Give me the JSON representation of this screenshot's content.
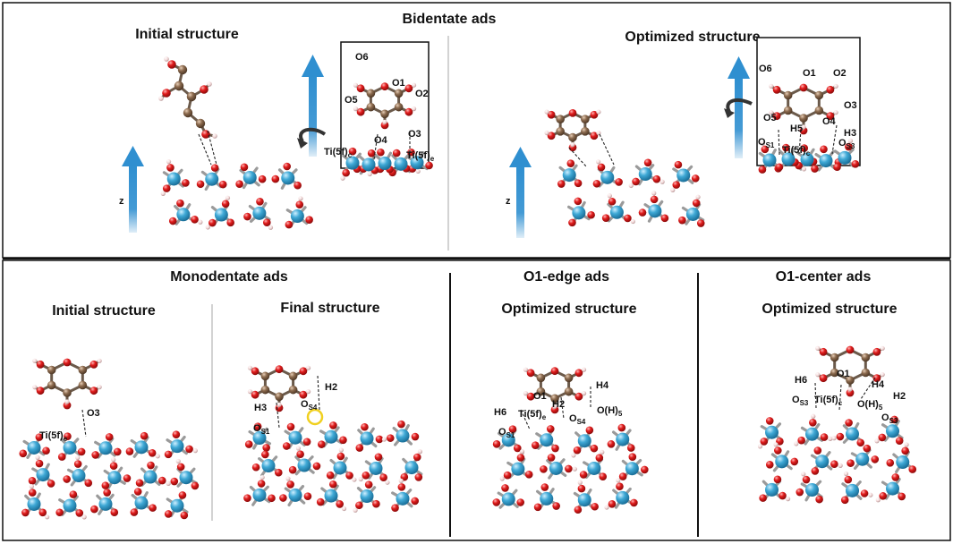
{
  "top": {
    "title": "Bidentate ads",
    "left_caption": "Initial structure",
    "right_caption": "Optimized structure",
    "axis_label": "z"
  },
  "bottom": {
    "mono_title": "Monodentate ads",
    "mono_initial": "Initial structure",
    "mono_final": "Final structure",
    "edge_title": "O1-edge ads",
    "edge_caption": "Optimized structure",
    "center_title": "O1-center ads",
    "center_caption": "Optimized structure"
  },
  "insets": {
    "initial": {
      "O6": "O6",
      "O1": "O1",
      "O5": "O5",
      "O2": "O2",
      "O4": "O4",
      "O3": "O3",
      "tic": "Ti(5f)",
      "tic_sub": "c",
      "tie": "Ti(5f)",
      "tie_sub": "e"
    },
    "optimized": {
      "O6": "O6",
      "O1": "O1",
      "O2": "O2",
      "O5": "O5",
      "O4": "O4",
      "O3": "O3",
      "H5": "H5",
      "H3": "H3",
      "os1": "O",
      "os1_sub": "S1",
      "tic": "Ti(5f)",
      "tic_sub": "c",
      "os3": "O",
      "os3_sub": "S3"
    }
  },
  "labels": {
    "mono_initial": {
      "O3": "O3",
      "ti": "Ti(5f)",
      "ti_sub": "e"
    },
    "mono_final": {
      "H2": "H2",
      "os4": "O",
      "os4_sub": "S4",
      "H3": "H3",
      "os1": "O",
      "os1_sub": "S1"
    },
    "edge": {
      "H4": "H4",
      "O1": "O1",
      "H2": "H2",
      "H6": "H6",
      "ti": "Ti(5f)",
      "ti_sub": "e",
      "os4": "O",
      "os4_sub": "S4",
      "oh": "O(H)",
      "oh_sub": "5",
      "os1": "O",
      "os1_sub": "S1"
    },
    "center": {
      "H6": "H6",
      "O1": "O1",
      "H4": "H4",
      "os3a": "O",
      "os3a_sub": "S3",
      "ti": "Ti(5f)",
      "ti_sub": "c",
      "oh": "O(H)",
      "oh_sub": "5",
      "H2": "H2",
      "os3b": "O",
      "os3b_sub": "S3"
    }
  },
  "colors": {
    "titanium": "#3fa9d6",
    "oxygen": "#e01b1b",
    "carbon": "#8b6a4e",
    "hydrogen": "#f2d8d8",
    "axis_arrow": "#2f8fd0",
    "frame": "#111111",
    "divider": "#bbbbbb"
  }
}
